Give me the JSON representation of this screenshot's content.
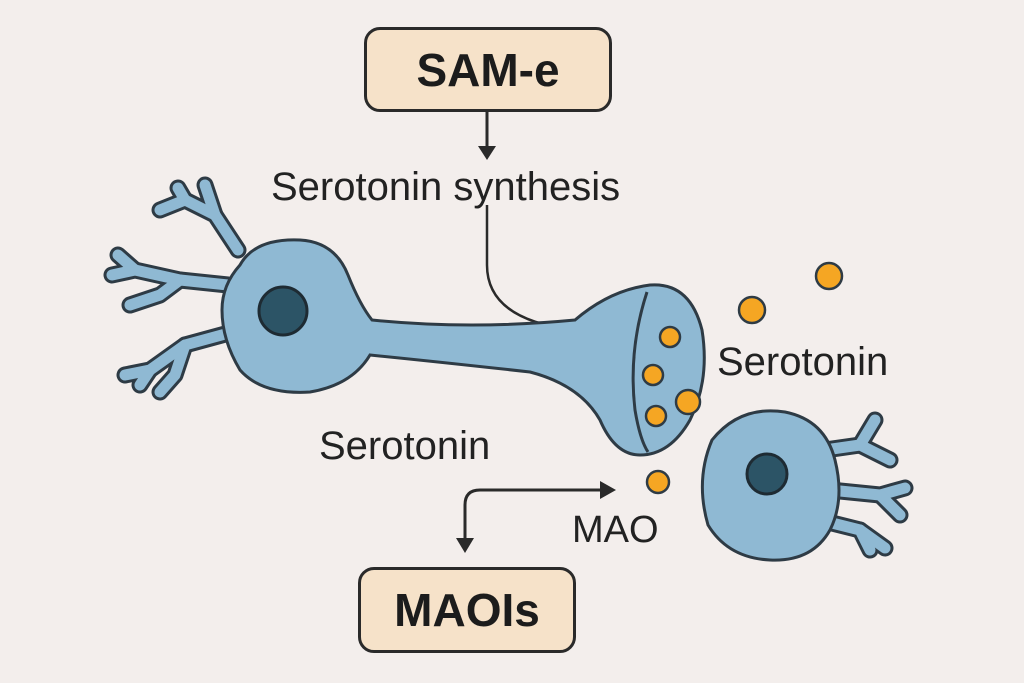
{
  "diagram": {
    "top_box": {
      "label": "SAM-e"
    },
    "bottom_box": {
      "label": "MAOIs"
    },
    "synthesis_label": "Serotonin synthesis",
    "serotonin_right_label": "Serotonin",
    "serotonin_left_label": "Serotonin",
    "mao_label": "MAO"
  },
  "colors": {
    "background": "#f3eeec",
    "neuron_fill": "#8fb9d3",
    "neuron_stroke": "#2e3b45",
    "nucleus": "#2c5466",
    "serotonin_dot": "#f5a623",
    "box_fill": "#f6e2c9",
    "line": "#2a2a2a"
  }
}
